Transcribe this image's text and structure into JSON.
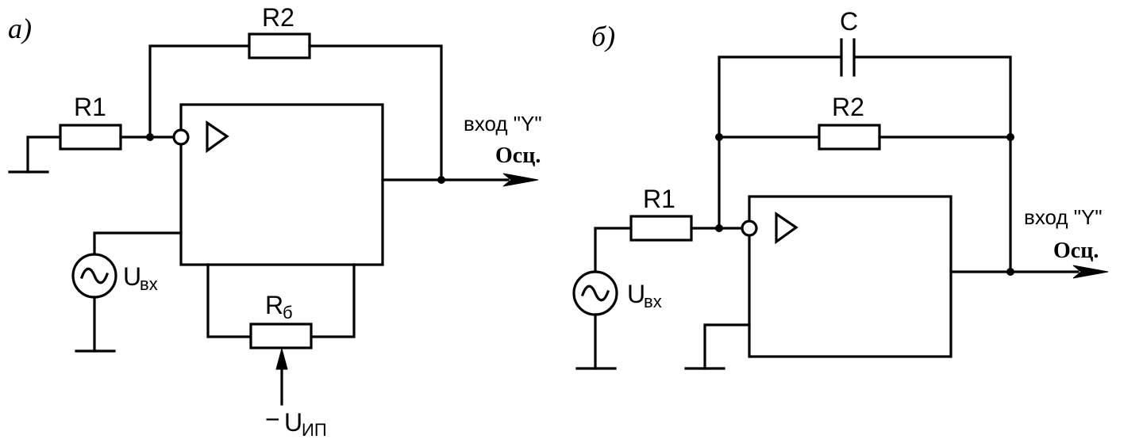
{
  "diagram_a": {
    "panel_label": "а)",
    "r1_label": "R1",
    "r2_label": "R2",
    "rb_label": "R",
    "rb_sub": "б",
    "source_label": "U",
    "source_sub": "вх",
    "supply_sign": "−",
    "supply_label": "U",
    "supply_sub": "ИП",
    "output_label": "вход \"Y\"",
    "output_device": "Осц."
  },
  "diagram_b": {
    "panel_label": "б)",
    "r1_label": "R1",
    "r2_label": "R2",
    "c_label": "C",
    "source_label": "U",
    "source_sub": "вх",
    "output_label": "вход \"Y\"",
    "output_device": "Осц."
  }
}
